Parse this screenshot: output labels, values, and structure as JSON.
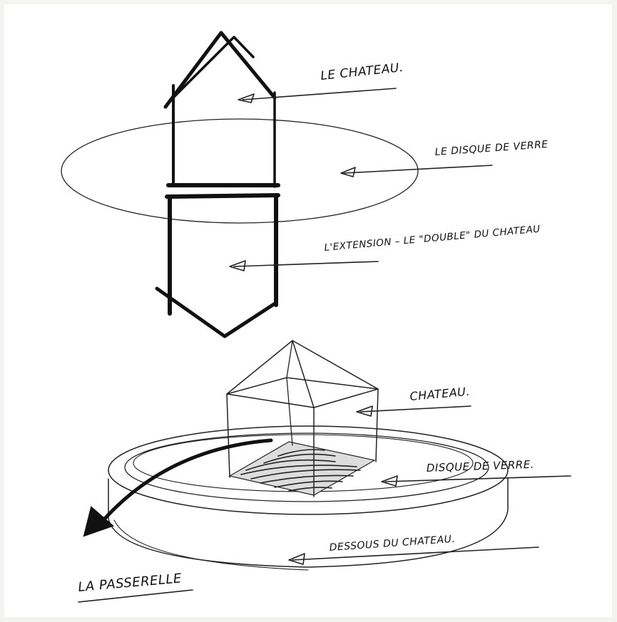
{
  "labels": {
    "le_chateau": "LE CHATEAU.",
    "le_disque_de_verre": "LE DISQUE DE VERRE",
    "extension": "L'EXTENSION – LE \"DOUBLE\" DU CHATEAU",
    "chateau": "CHATEAU.",
    "disque_de_verre": "DISQUE DE VERRE.",
    "dessous_du_chateau": "DESSOUS DU CHATEAU.",
    "la_passerelle": "LA PASSERELLE"
  }
}
